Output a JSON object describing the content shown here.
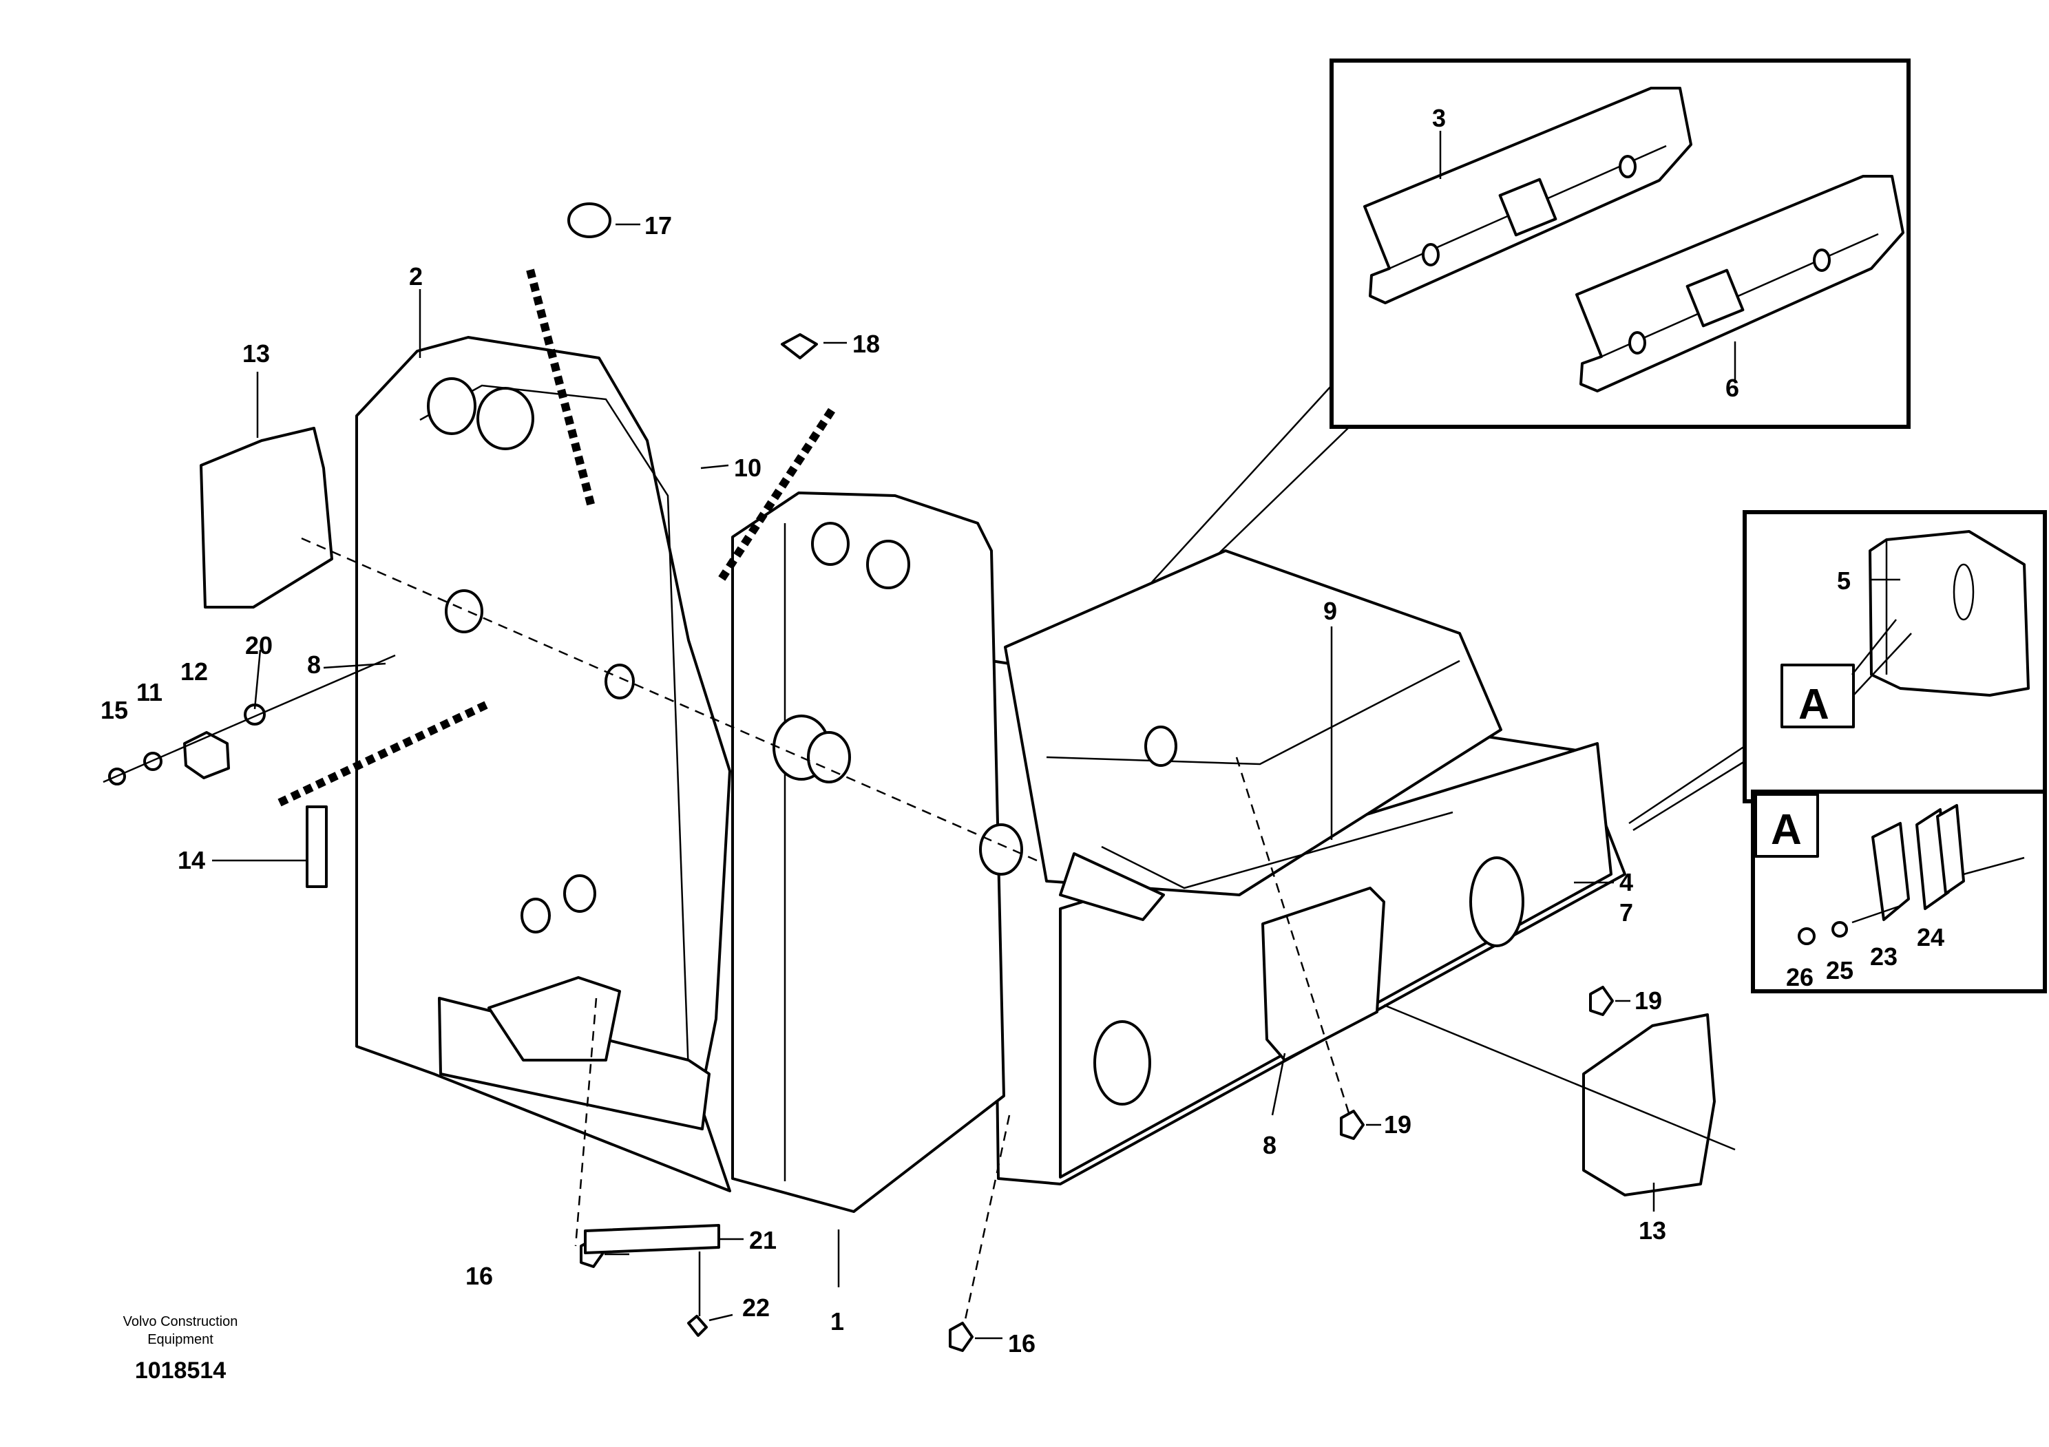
{
  "callouts": {
    "c1": "1",
    "c2": "2",
    "c3": "3",
    "c4": "4",
    "c5": "5",
    "c6": "6",
    "c7": "7",
    "c8a": "8",
    "c8b": "8",
    "c9": "9",
    "c10": "10",
    "c11": "11",
    "c12": "12",
    "c13a": "13",
    "c13b": "13",
    "c14": "14",
    "c15": "15",
    "c16a": "16",
    "c16b": "16",
    "c17": "17",
    "c18": "18",
    "c19a": "19",
    "c19b": "19",
    "c20": "20",
    "c21": "21",
    "c22": "22",
    "c23": "23",
    "c24": "24",
    "c25": "25",
    "c26": "26"
  },
  "detail_labels": {
    "view_a_1": "A",
    "view_a_2": "A"
  },
  "footer": {
    "company_line1": "Volvo Construction",
    "company_line2": "Equipment",
    "doc_number": "1018514"
  }
}
